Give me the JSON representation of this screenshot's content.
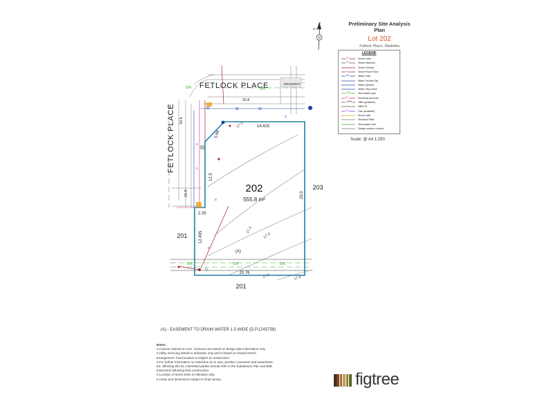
{
  "title_block": {
    "heading": "Preliminary Site Analysis Plan",
    "lot": "Lot 202",
    "address": "Fetlock Place,  Wadalba"
  },
  "north": {
    "label": "M.G.A."
  },
  "lot": {
    "number": "202",
    "area": "555.8 m²"
  },
  "adjoining_lots": {
    "left": "201",
    "right": "203",
    "bottom": "201"
  },
  "streets": {
    "top": "FETLOCK PLACE",
    "left": "FETLOCK PLACE",
    "driveway": "DRIVEWAY"
  },
  "dimensions": {
    "top": "14.425",
    "chamfer": "5.86",
    "left_upper": "12.5",
    "left_lower": "12.495",
    "step": "2.35",
    "right": "29.0",
    "bottom": "20.76",
    "kerb_top": "16.8",
    "kerb_left_top": "16.6",
    "kerb_left_bottom": "16.8"
  },
  "contours": [
    "17.0",
    "17.2",
    "17.4",
    "17.6",
    "17.8"
  ],
  "services": {
    "stormwater": "SW",
    "water": "W",
    "sewer": "S",
    "gas": "G",
    "electricity": "E"
  },
  "easement_marker": "(A)",
  "legend": {
    "title": "LEGEND",
    "items": [
      {
        "symbol": "S",
        "label": "Sewer main",
        "color": "#a01c3c"
      },
      {
        "symbol": "O",
        "label": "Sewer Manhole",
        "color": "#555555"
      },
      {
        "symbol": "",
        "label": "Sewer Service",
        "color": "#a01c3c"
      },
      {
        "symbol": "•",
        "label": "Sewer Flush Point",
        "color": "#a01c3c"
      },
      {
        "symbol": "W",
        "label": "Water main",
        "color": "#1f3fa6"
      },
      {
        "symbol": "",
        "label": "Water Service/Tap",
        "color": "#1f3fa6"
      },
      {
        "symbol": "",
        "label": "Water Hydrant",
        "color": "#1f3fa6"
      },
      {
        "symbol": "",
        "label": "Water Stop Valve",
        "color": "#1f3fa6"
      },
      {
        "symbol": "SW",
        "label": "Stormwater pipe",
        "color": "#3aa935"
      },
      {
        "symbol": "E",
        "label": "Electricity services",
        "color": "#e0218a"
      },
      {
        "symbol": "NBN",
        "label": "NBN (available)",
        "color": "#555555"
      },
      {
        "symbol": "",
        "label": "NBN Pit",
        "color": "#555555"
      },
      {
        "symbol": "G",
        "label": "Gas (available)",
        "color": "#8a2be2"
      },
      {
        "symbol": "",
        "label": "Street Light",
        "color": "#e6a317"
      },
      {
        "symbol": "",
        "label": "Electrical Pillar",
        "color": "#777777"
      },
      {
        "symbol": "",
        "label": "Stormwater inlet",
        "color": "#3aa935"
      },
      {
        "symbol": "",
        "label": "Design surface contour",
        "color": "#777777"
      }
    ]
  },
  "scale": "Scale: @ A4 1:250",
  "easement_note": "(A) - EASEMENT TO DRAIN WATER 1.5 WIDE (D.P.1243758)",
  "notes": {
    "heading": "Notes:",
    "lines": [
      "1.Contour interval is 0.2m. Contours are based on design plan information only.",
      "2.Utility servicing details is indicative only and is based on shared trench arrangement. Final location is subject to construction.",
      "3.For further information on restriction as to user, positive covenants and easements etc. affecting this lot, interested parties should refer to the Subdivision Plan and 88B Instrument following final construction.",
      "4.Location of street trees is indicative only.",
      "5.Areas and dimensions subject to final survey."
    ]
  },
  "brand": {
    "name": "figtree",
    "bar_colors": [
      "#4a2a1a",
      "#7a4a2a",
      "#a56a3a",
      "#c89a55",
      "#8a8a3a",
      "#5c6b2a"
    ]
  },
  "colors": {
    "boundary": "#1e7ea8",
    "sewer": "#a01c3c",
    "water": "#1f3fa6",
    "stormwater": "#3aa935",
    "electricity": "#e0218a",
    "contour": "#888888"
  }
}
